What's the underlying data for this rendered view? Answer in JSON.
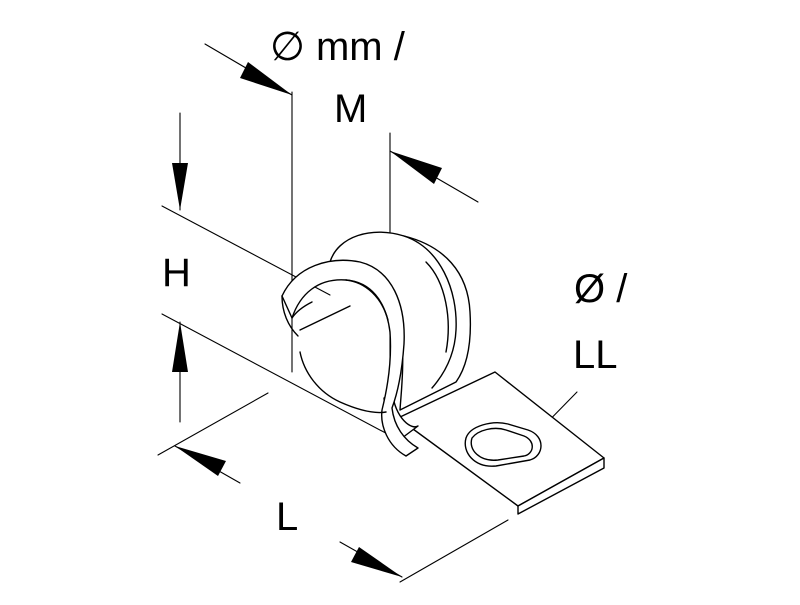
{
  "drawing": {
    "labels": {
      "diameter_line1": "∅ mm /",
      "diameter_line2": "M",
      "height": "H",
      "length": "L",
      "hole_line1": "Ø /",
      "hole_line2": "LL"
    },
    "stroke_color": "#000000",
    "background_color": "#ffffff"
  }
}
